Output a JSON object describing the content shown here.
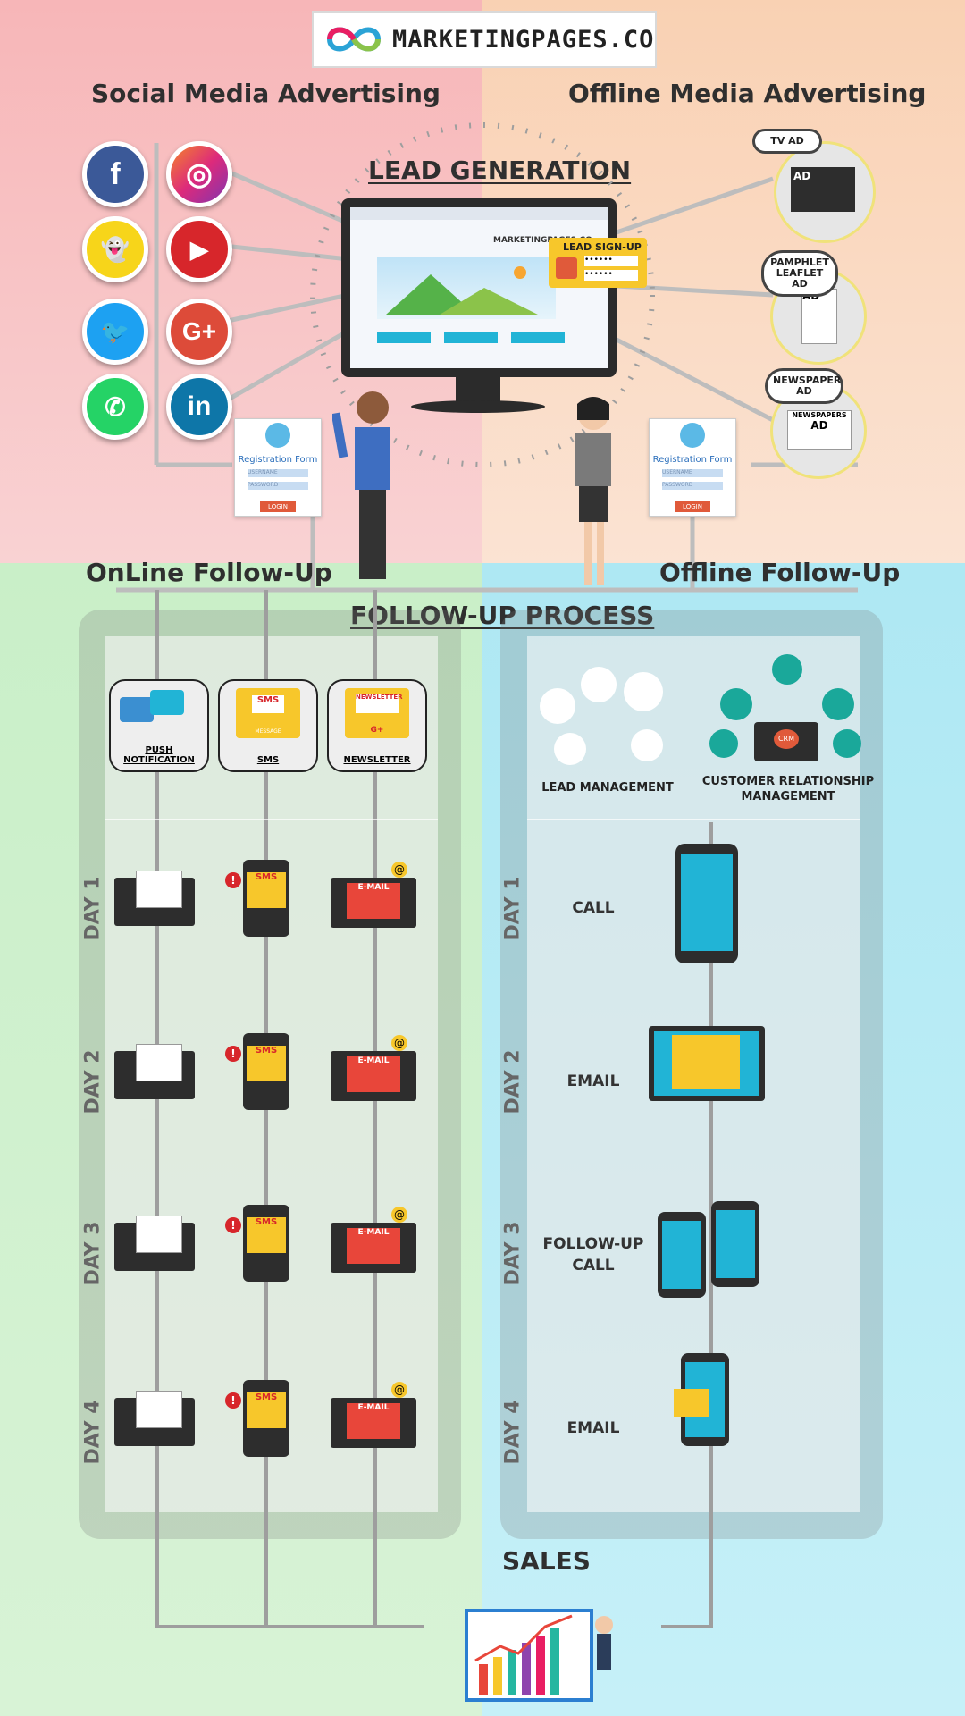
{
  "brand": {
    "name": "MARKETINGPAGES.CO"
  },
  "colors": {
    "facebook": "#3b5998",
    "instagram": "#c13584",
    "snapchat": "#f7d51a",
    "youtube": "#d7262b",
    "twitter": "#1da1f2",
    "googleplus": "#dd4b39",
    "whatsapp": "#25d366",
    "linkedin": "#0e76a8"
  },
  "sections": {
    "social_media": "Social Media Advertising",
    "offline_media": "Offline Media Advertising",
    "lead_generation": "LEAD GENERATION",
    "online_followup": "OnLine Follow-Up",
    "offline_followup": "Offline Follow-Up",
    "followup_process": "FOLLOW-UP PROCESS",
    "sales": "SALES"
  },
  "social_icons": [
    {
      "name": "facebook-icon",
      "glyph": "f"
    },
    {
      "name": "instagram-icon",
      "glyph": "◎"
    },
    {
      "name": "snapchat-icon",
      "glyph": "👻"
    },
    {
      "name": "youtube-icon",
      "glyph": "▶"
    },
    {
      "name": "twitter-icon",
      "glyph": "🐦"
    },
    {
      "name": "googleplus-icon",
      "glyph": "G+"
    },
    {
      "name": "whatsapp-icon",
      "glyph": "✆"
    },
    {
      "name": "linkedin-icon",
      "glyph": "in"
    }
  ],
  "offline_ads": {
    "tv": "TV AD",
    "pamphlet": "PAMPHLET LEAFLET AD",
    "newspaper": "NEWSPAPER AD",
    "tv_screen": "AD",
    "pamphlet_screen": "AD",
    "newspaper_screen": "NEWSPAPERS",
    "newspaper_screen_ad": "AD"
  },
  "monitor": {
    "logo_text": "MARKETINGPAGES.CO",
    "signup_label": "LEAD SIGN-UP",
    "password_mask": "••••••"
  },
  "registration_form": {
    "title": "Registration Form",
    "login": "LOGIN",
    "field_user": "USERNAME",
    "field_pass": "PASSWORD"
  },
  "online_channels": [
    {
      "label": "PUSH NOTIFICATION"
    },
    {
      "label": "SMS",
      "sub": "SMS",
      "sub2": "MESSAGE"
    },
    {
      "label": "NEWSLETTER",
      "sub": "NEWSLETTER",
      "sub2": "G+"
    }
  ],
  "offline_channels": [
    {
      "label": "LEAD MANAGEMENT"
    },
    {
      "label": "CUSTOMER RELATIONSHIP MANAGEMENT",
      "sub": "CRM"
    }
  ],
  "icon_text": {
    "sms": "SMS",
    "email": "E-MAIL",
    "at": "@",
    "alert": "!"
  },
  "days": [
    "DAY 1",
    "DAY 2",
    "DAY 3",
    "DAY 4"
  ],
  "offline_actions": [
    "CALL",
    "EMAIL",
    "FOLLOW-UP CALL",
    "EMAIL"
  ]
}
